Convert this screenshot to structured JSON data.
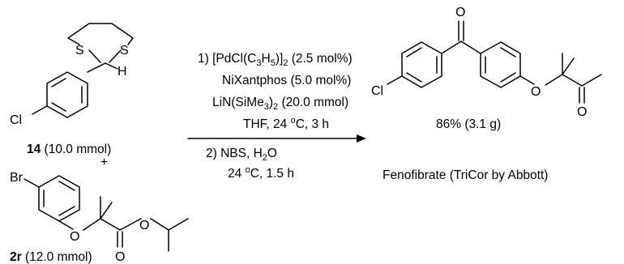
{
  "reactant_1": {
    "compound_number": "14",
    "amount": " (10.0 mmol)",
    "atoms": {
      "sulfur": "S",
      "hydrogen": "H",
      "chlorine": "Cl"
    }
  },
  "plus_sign": "+",
  "reactant_2": {
    "compound_number": "2r",
    "amount": " (12.0 mmol)",
    "atoms": {
      "bromine": "Br",
      "oxygen": "O"
    }
  },
  "conditions": {
    "step1_prefix": "1) [PdCl(C",
    "step1_sub1": "3",
    "step1_mid1": "H",
    "step1_sub2": "5",
    "step1_mid2": ")]",
    "step1_sub3": "2",
    "step1_suffix": " (2.5 mol%)",
    "ligand": "NiXantphos (5.0 mol%)",
    "base_prefix": "LiN(SiMe",
    "base_sub": "3",
    "base_mid": ")",
    "base_sub2": "2",
    "base_suffix": " (20.0 mmol)",
    "solvent_prefix": "THF, 24 ",
    "degree_sup": "o",
    "solvent_suffix": "C, 3 h",
    "step2_prefix": "2)  NBS, H",
    "step2_sub": "2",
    "step2_suffix": "O",
    "step2_temp_prefix": "24 ",
    "step2_degree_sup": "o",
    "step2_temp_suffix": "C, 1.5 h"
  },
  "product": {
    "atoms": {
      "oxygen": "O",
      "chlorine": "Cl"
    },
    "yield": "86% (3.1 g)",
    "name": "Fenofibrate (TriCor by Abbott)"
  },
  "colors": {
    "ink": "#000000",
    "background": "#ffffff"
  }
}
